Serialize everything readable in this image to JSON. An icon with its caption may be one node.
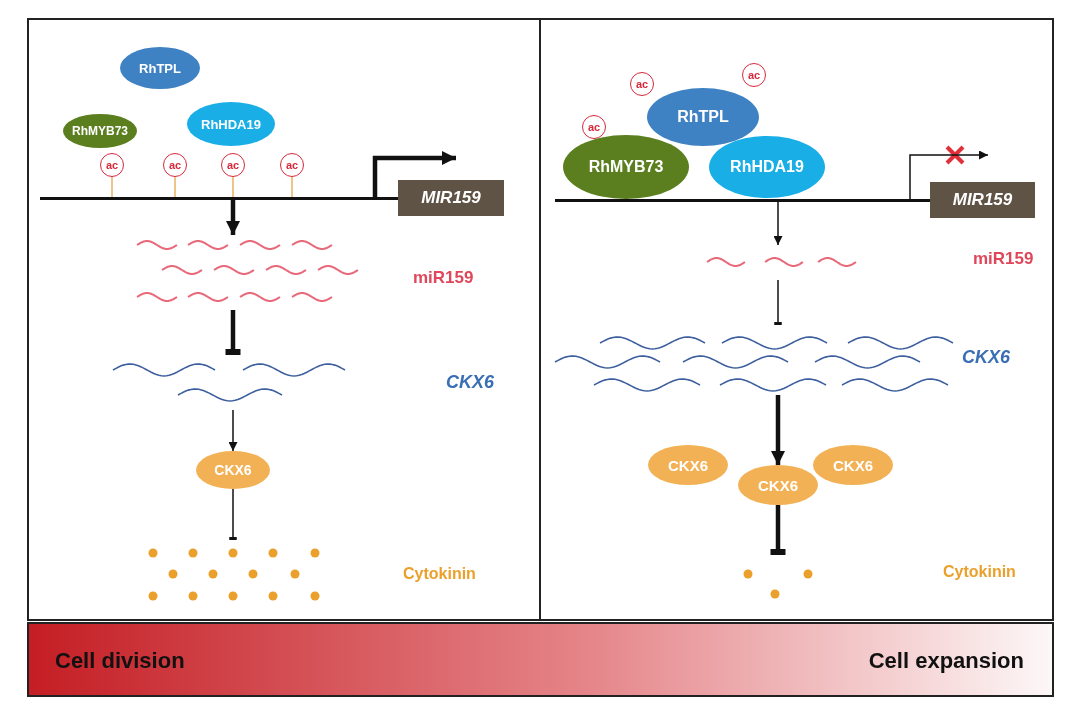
{
  "diagram": {
    "nodes": [
      {
        "text": [
          "RhTPL"
        ]
      },
      {
        "text": [
          "RhMYB73"
        ]
      },
      {
        "text": [
          "RhHDA19"
        ]
      },
      {
        "text": [
          "ac"
        ]
      },
      {
        "text": [
          "ac"
        ]
      },
      {
        "text": [
          "ac"
        ]
      },
      {
        "text": [
          "ac"
        ]
      },
      {
        "text": [
          "MIR159"
        ]
      },
      {
        "text": [
          "miR159"
        ]
      },
      {
        "text": [
          "CKX6"
        ]
      },
      {
        "text": [
          "CKX6"
        ]
      },
      {
        "text": [
          "Cytokinin"
        ]
      },
      {
        "text": [
          "ac"
        ]
      },
      {
        "text": [
          "ac"
        ]
      },
      {
        "text": [
          "RhTPL"
        ]
      },
      {
        "text": [
          "ac"
        ]
      },
      {
        "text": [
          "RhMYB73"
        ]
      },
      {
        "text": [
          "RhHDA19"
        ]
      },
      {
        "text": [
          "MIR159"
        ]
      },
      {
        "text": [
          "miR159"
        ]
      },
      {
        "text": [
          "CKX6"
        ]
      },
      {
        "text": [
          "CKX6"
        ]
      },
      {
        "text": [
          "CKX6"
        ]
      },
      {
        "text": [
          "CKX6"
        ]
      },
      {
        "text": [
          "Cytokinin"
        ]
      },
      {
        "text": [
          "Cell division",
          "Cell expansion"
        ]
      },
      {
        "text": [],
        "shape": "line"
      },
      {
        "text": [],
        "shape": "line"
      }
    ],
    "edges": [
      {
        "from": 26,
        "to": 8,
        "arrow": "to",
        "style": "thick"
      },
      {
        "from": 8,
        "to": 9,
        "arrow": "other",
        "style": "thick"
      },
      {
        "from": 9,
        "to": 10,
        "arrow": "to"
      },
      {
        "from": 10,
        "to": 11,
        "arrow": "other"
      },
      {
        "from": 27,
        "to": 19,
        "arrow": "to"
      },
      {
        "from": 19,
        "to": 20,
        "arrow": "other"
      },
      {
        "from": 20,
        "to": 23,
        "arrow": "to",
        "style": "thick"
      },
      {
        "from": 23,
        "to": 24,
        "arrow": "other",
        "style": "thick"
      },
      {
        "from": 3,
        "to": 26,
        "arrow": "none",
        "color": "#e8b060"
      },
      {
        "from": 4,
        "to": 26,
        "arrow": "none",
        "color": "#e8b060"
      },
      {
        "from": 5,
        "to": 26,
        "arrow": "none",
        "color": "#e8b060"
      },
      {
        "from": 6,
        "to": 26,
        "arrow": "none",
        "color": "#e8b060"
      },
      {
        "from": 26,
        "to": 7,
        "arrow": "to",
        "style": "thick"
      },
      {
        "from": 27,
        "to": 18,
        "arrow": "to"
      }
    ]
  }
}
